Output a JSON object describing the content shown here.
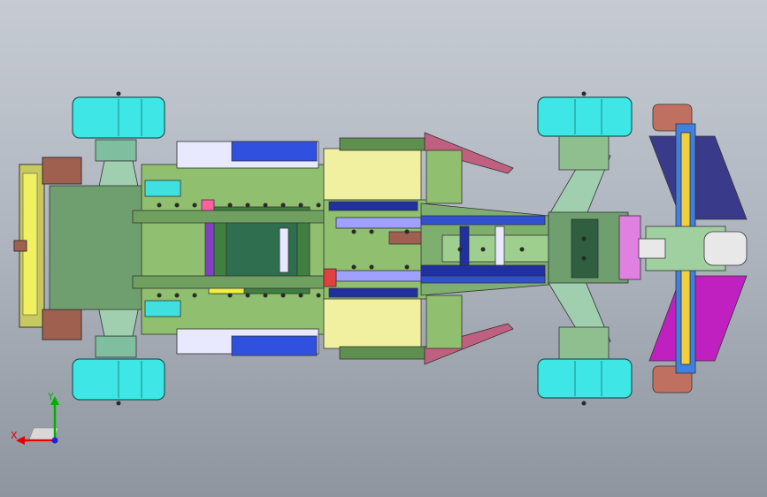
{
  "view": {
    "background_top": "#c6cbd3",
    "background_bottom": "#8e959f",
    "model": "rc-car-chassis-top-view"
  },
  "triad": {
    "x_label": "X",
    "y_label": "Y",
    "x_color": "#e00000",
    "y_color": "#00b000",
    "z_color": "#2020e0"
  },
  "colors": {
    "wheel": "#3ee6e6",
    "plate_green": "#8fbf6f",
    "plate_dark": "#5f8f4f",
    "blue": "#2030d0",
    "magenta": "#c020c0",
    "navy": "#3a3a8a",
    "yellow": "#f0f0a0",
    "brown": "#a06050",
    "cyan": "#40e0e0",
    "pink": "#e080e0"
  }
}
